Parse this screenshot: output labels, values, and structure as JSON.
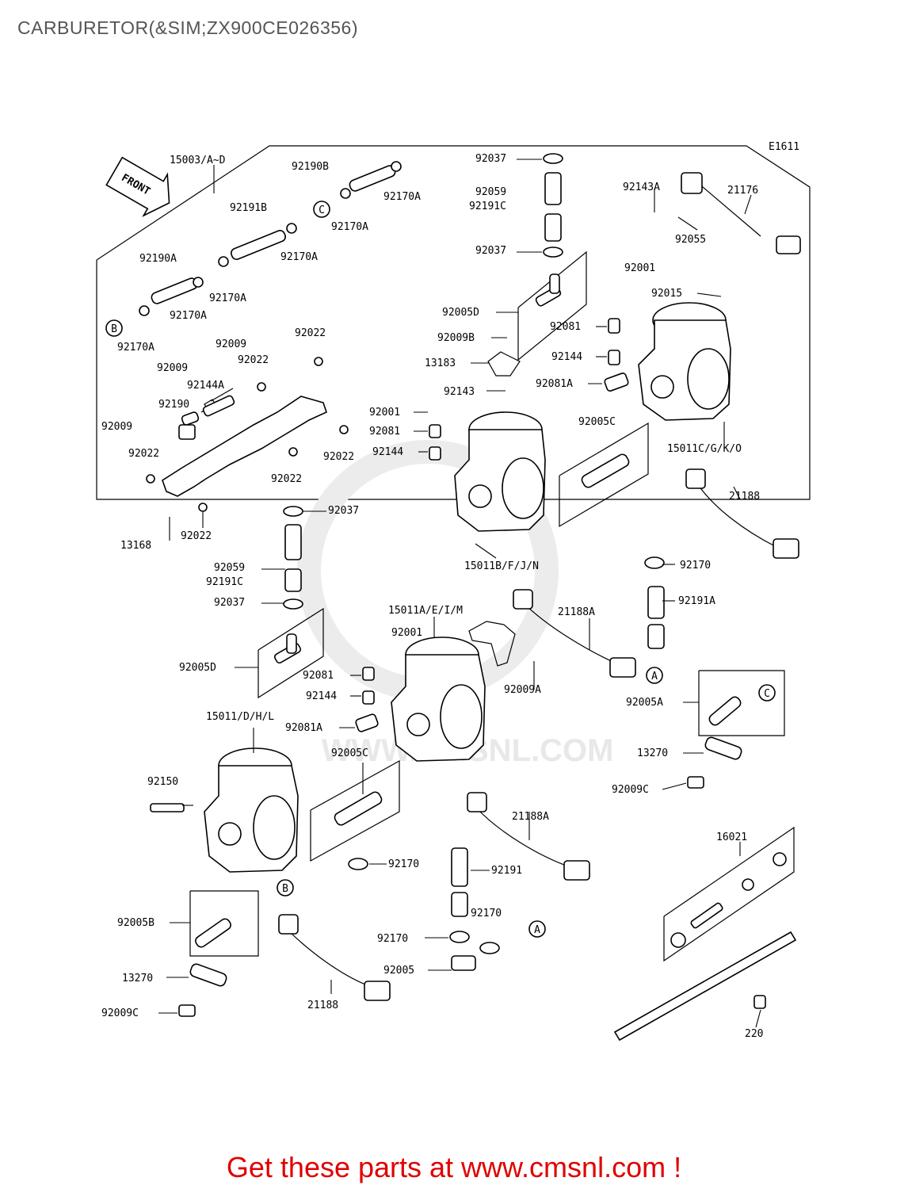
{
  "header": {
    "title": "CARBURETOR(&SIM;ZX900CE026356)"
  },
  "diagram": {
    "code": "E1611",
    "front_label": "FRONT",
    "watermark": "WWW.CMSNL.COM",
    "labels": [
      "15003/A~D",
      "92190B",
      "92170A",
      "92191B",
      "92170A",
      "92170A",
      "92190A",
      "92170A",
      "92170A",
      "92170A",
      "92009",
      "92022",
      "92009",
      "92022",
      "92144A",
      "92190",
      "92009",
      "92022",
      "92022",
      "92022",
      "13168",
      "92022",
      "92037",
      "92059",
      "92191C",
      "92037",
      "92005D",
      "92009B",
      "13183",
      "92143",
      "92001",
      "92081",
      "92144",
      "92143A",
      "21176",
      "92055",
      "92001",
      "92015",
      "92081",
      "92144",
      "92081A",
      "92005C",
      "15011C/G/K/O",
      "21188",
      "15011B/F/J/N",
      "92170",
      "92191A",
      "92037",
      "92059",
      "92191C",
      "92037",
      "92005D",
      "15011A/E/I/M",
      "92001",
      "21188A",
      "92009A",
      "92081",
      "92144",
      "92081A",
      "92005A",
      "15011/D/H/L",
      "92005C",
      "13270",
      "92009C",
      "92150",
      "21188A",
      "16021",
      "92170",
      "92191",
      "92005B",
      "92170",
      "92170",
      "92005",
      "13270",
      "21188",
      "92009C",
      "220"
    ],
    "callouts": [
      "A",
      "A",
      "B",
      "B",
      "C",
      "C"
    ]
  },
  "footer": {
    "cta": "Get these parts at www.cmsnl.com !"
  }
}
